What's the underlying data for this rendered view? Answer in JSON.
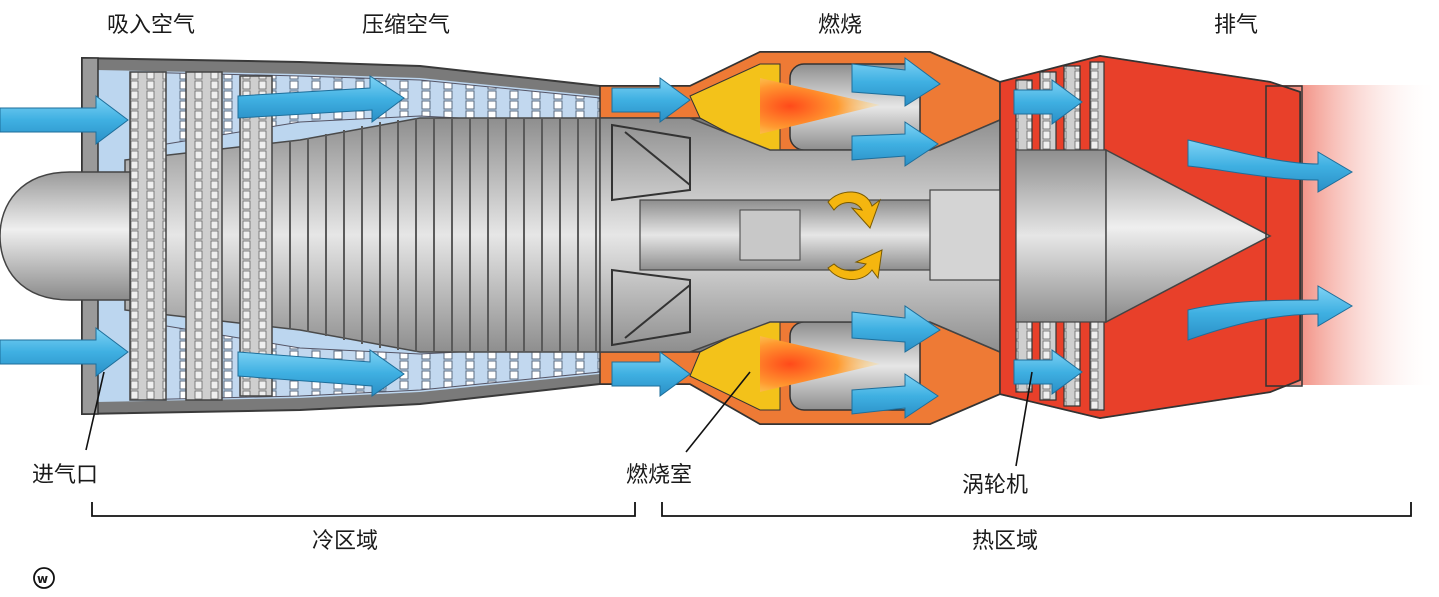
{
  "labels": {
    "intake_air": "吸入空气",
    "compressed_air": "压缩空气",
    "combustion": "燃烧",
    "exhaust": "排气",
    "inlet": "进气口",
    "combustion_chamber": "燃烧室",
    "turbine": "涡轮机",
    "cold_zone": "冷区域",
    "hot_zone": "热区域"
  },
  "watermark": "ⓦ",
  "colors": {
    "casing": "#7d7d7d",
    "metal_light": "#d6d6d6",
    "metal_mid": "#a9a9a9",
    "metal_dark": "#6f6f6f",
    "hot_red": "#e8402a",
    "hot_orange": "#f07a2c",
    "liner_yellow": "#f3c21a",
    "flame": "#ff9a30",
    "airflow_blue": "#4ab8e6",
    "cold_blue": "#bcd6ef",
    "rotation_yellow": "#f5b60f"
  },
  "icons": {
    "airflow": "airflow-arrow-icon",
    "rotation": "rotation-arrow-icon",
    "watermark": "w-circle-icon"
  }
}
